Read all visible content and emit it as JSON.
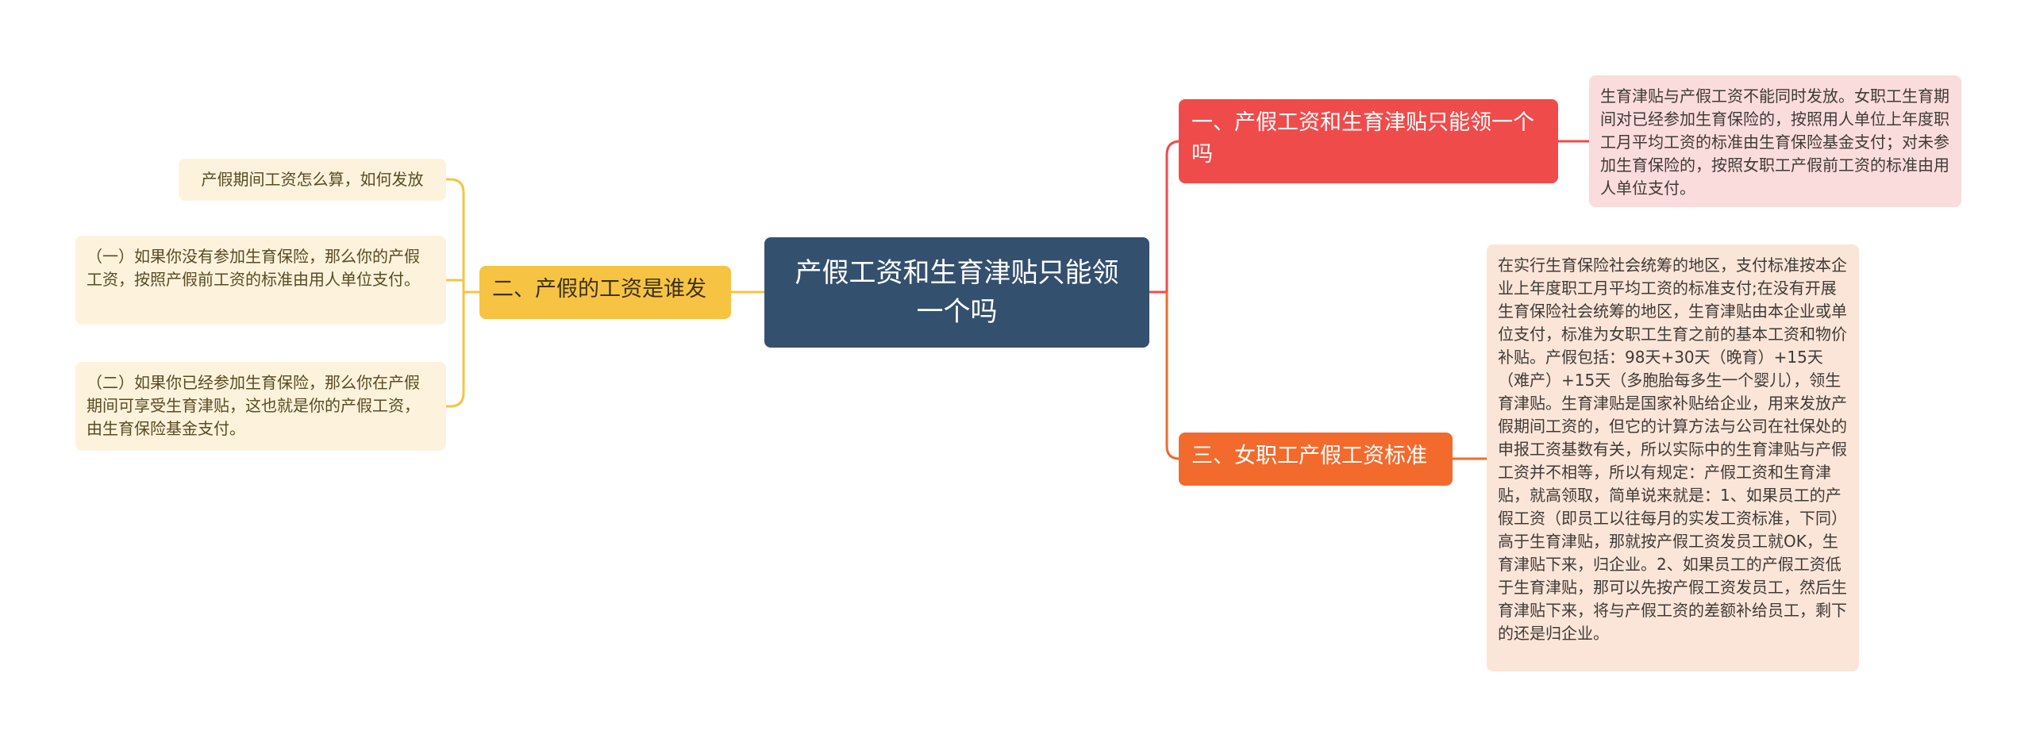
{
  "root": {
    "label": "产假工资和生育津贴只能领一个吗"
  },
  "branches": [
    {
      "label": "一、产假工资和生育津贴只能领一个吗",
      "color": "#f04b4b",
      "leaves": [
        "生育津贴与产假工资不能同时发放。女职工生育期间对已经参加生育保险的，按照用人单位上年度职工月平均工资的标准由生育保险基金支付；对未参加生育保险的，按照女职工产假前工资的标准由用人单位支付。"
      ]
    },
    {
      "label": "三、女职工产假工资标准",
      "color": "#f26a2c",
      "leaves": [
        " 在实行生育保险社会统筹的地区，支付标准按本企业上年度职工月平均工资的标准支付;在没有开展生育保险社会统筹的地区，生育津贴由本企业或单位支付，标准为女职工生育之前的基本工资和物价补贴。产假包括：98天+30天（晚育）+15天（难产）+15天（多胞胎每多生一个婴儿），领生育津贴。生育津贴是国家补贴给企业，用来发放产假期间工资的，但它的计算方法与公司在社保处的申报工资基数有关，所以实际中的生育津贴与产假工资并不相等，所以有规定：产假工资和生育津贴，就高领取，简单说来就是：1、如果员工的产假工资（即员工以往每月的实发工资标准，下同）高于生育津贴，那就按产假工资发员工就OK，生育津贴下来，归企业。2、如果员工的产假工资低于生育津贴，那可以先按产假工资发员工，然后生育津贴下来，将与产假工资的差额补给员工，剩下的还是归企业。"
      ]
    },
    {
      "label": "二、产假的工资是谁发",
      "color": "#f6c343",
      "leaves": [
        "产假期间工资怎么算，如何发放",
        "（一）如果你没有参加生育保险，那么你的产假工资，按照产假前工资的标准由用人单位支付。",
        "（二）如果你已经参加生育保险，那么你在产假期间可享受生育津贴，这也就是你的产假工资，由生育保险基金支付。"
      ]
    }
  ]
}
